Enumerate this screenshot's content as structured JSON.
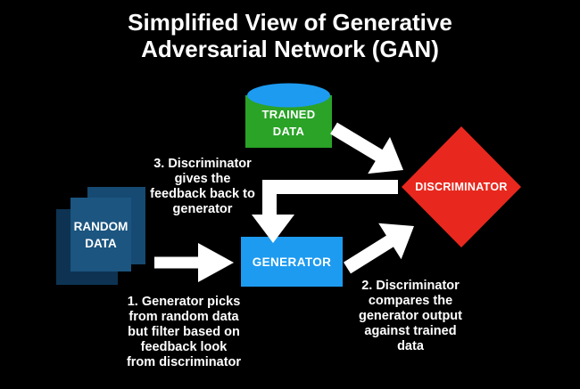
{
  "title": {
    "text": "Simplified View of Generative\nAdversarial Network (GAN)"
  },
  "nodes": {
    "trained_data": {
      "label": "TRAINED\nDATA",
      "shape": "cylinder",
      "body_color": "#2aa327",
      "top_color": "#1d9bf0"
    },
    "random_data": {
      "label": "RANDOM\nDATA",
      "shape": "stacked-sheets",
      "front_color": "#1b5580",
      "mid_color": "#164a72",
      "back_color": "#0e3352"
    },
    "generator": {
      "label": "GENERATOR",
      "shape": "rectangle",
      "color": "#1d9bf0"
    },
    "discriminator": {
      "label": "DISCRIMINATOR",
      "shape": "diamond",
      "color": "#e8281e"
    }
  },
  "steps": {
    "step1": "1. Generator picks\nfrom random data\nbut filter based on\nfeedback look\nfrom discriminator",
    "step2": "2. Discriminator\ncompares the\ngenerator output\nagainst trained\ndata",
    "step3": "3. Discriminator\ngives the\nfeedback back to\ngenerator"
  },
  "colors": {
    "background": "#000000",
    "arrow": "#ffffff",
    "text": "#ffffff"
  }
}
